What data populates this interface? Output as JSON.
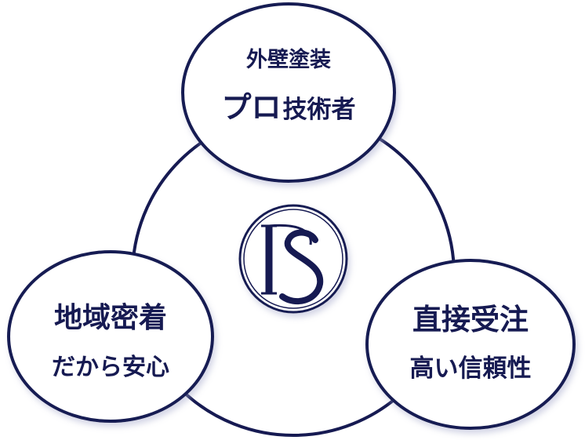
{
  "colors": {
    "navy": "#161a52",
    "fill": "#ffffff",
    "shadow": "#c9cbe0"
  },
  "center_logo": {
    "icon": "ds-monogram-logo",
    "text": "DS"
  },
  "nodes": [
    {
      "id": "top",
      "line1": "外壁塗装",
      "line2_big": "プロ",
      "line2_small": "技術者"
    },
    {
      "id": "left",
      "line1": "地域密着",
      "line2": "だから安心"
    },
    {
      "id": "right",
      "line1": "直接受注",
      "line2": "高い信頼性"
    }
  ]
}
